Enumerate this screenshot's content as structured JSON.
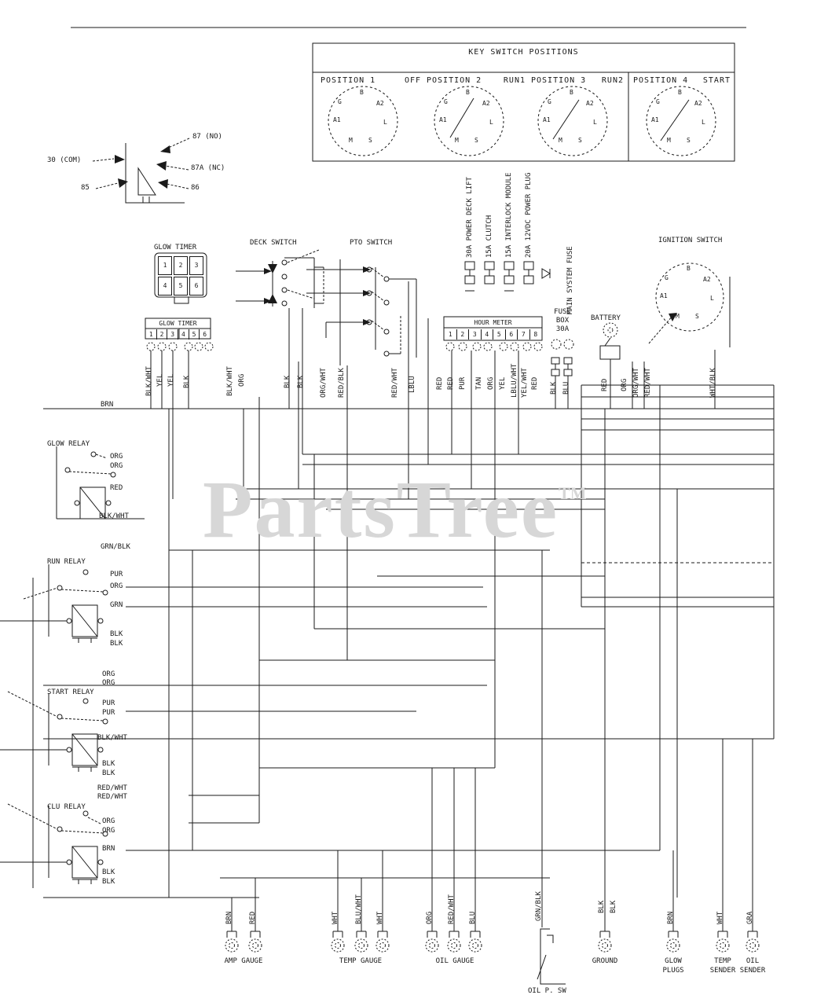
{
  "watermark": {
    "text": "PartsTree",
    "tm": "TM"
  },
  "panel": {
    "title": "KEY SWITCH POSITIONS",
    "positions": [
      {
        "label": "POSITION 1",
        "mode": "OFF"
      },
      {
        "label": "POSITION 2",
        "mode": "RUN1"
      },
      {
        "label": "POSITION 3",
        "mode": "RUN2"
      },
      {
        "label": "POSITION 4",
        "mode": "START"
      }
    ],
    "term": {
      "g": "G",
      "b": "B",
      "a2": "A2",
      "a1": "A1",
      "l": "L",
      "m": "M",
      "s": "S"
    }
  },
  "legend": {
    "no": "87 (NO)",
    "com": "30 (COM)",
    "nc": "87A (NC)",
    "t85": "85",
    "t86": "86"
  },
  "comp": {
    "glow_timer": "GLOW TIMER",
    "glow_timer2": "GLOW TIMER",
    "pins6": {
      "p1": "1",
      "p2": "2",
      "p3": "3",
      "p4": "4",
      "p5": "5",
      "p6": "6"
    },
    "deck_switch": "DECK SWITCH",
    "pto_switch": "PTO SWITCH",
    "fuse1": "30A POWER DECK LIFT",
    "fuse2": "15A CLUTCH",
    "fuse3": "15A INTERLOCK MODULE",
    "fuse4": "20A 12VDC POWER PLUG",
    "main_fuse": "MAIN SYSTEM FUSE",
    "conn_title": "HOUR METER",
    "pins8": {
      "p1": "1",
      "p2": "2",
      "p3": "3",
      "p4": "4",
      "p5": "5",
      "p6": "6",
      "p7": "7",
      "p8": "8"
    },
    "fuse_box": {
      "l1": "FUSE",
      "l2": "BOX",
      "l3": "30A"
    },
    "battery": "BATTERY",
    "ignition": "IGNITION SWITCH",
    "oil_sw": "OIL P. SW"
  },
  "relays": {
    "glow": {
      "name": "GLOW RELAY",
      "w1": "ORG",
      "w2": "ORG",
      "w3": "RED",
      "w4": "BLK/WHT"
    },
    "run": {
      "name": "RUN RELAY",
      "top": "GRN/BLK",
      "w1": "PUR",
      "w2": "ORG",
      "w3": "GRN",
      "w4": "BLK",
      "w5": "BLK"
    },
    "start": {
      "name": "START RELAY",
      "a1": "ORG",
      "a2": "ORG",
      "w1": "PUR",
      "w2": "PUR",
      "w3": "BLK/WHT",
      "w4": "BLK",
      "w5": "BLK",
      "b1": "RED/WHT",
      "b2": "RED/WHT"
    },
    "clu": {
      "name": "CLU RELAY",
      "w1": "ORG",
      "w2": "ORG",
      "w3": "BRN",
      "w4": "BLK",
      "w5": "BLK"
    }
  },
  "bus": {
    "brn": "BRN"
  },
  "wires": {
    "gt1": "BLK/WHT",
    "gt2": "YEL",
    "gt3": "YEL",
    "gt4": "BLK",
    "gt5": "BLK/WHT",
    "gt6": "ORG",
    "dk1": "BLK",
    "dk2": "BLK",
    "dk3": "ORG/WHT",
    "dk4": "RED/BLK",
    "pt1": "RED/WHT",
    "pt2": "LBLU",
    "cn1": "RED",
    "cn2": "RED",
    "cn3": "PUR",
    "cn4": "TAN",
    "cn5": "ORG",
    "cn6": "YEL",
    "cn7": "LBLU/WHT",
    "cn8": "YEL/WHT",
    "cn9": "RED",
    "fb1": "BLK",
    "fb2": "BLU",
    "bat": "RED",
    "ig1": "ORG",
    "ig2": "ORG/WHT",
    "ig3": "RED/WHT",
    "ig4": "WHT/BLK",
    "gb": "GRN/BLK"
  },
  "bottom": {
    "amp": {
      "name": "AMP GAUGE",
      "w1": "BRN",
      "w2": "RED"
    },
    "temp": {
      "name": "TEMP GAUGE",
      "w1": "WHT",
      "w2": "BLU/WHT",
      "w3": "WHT"
    },
    "oil": {
      "name": "OIL GAUGE",
      "w1": "ORG",
      "w2": "RED/WHT",
      "w3": "BLU"
    },
    "ground": {
      "name": "GROUND",
      "w1": "BLK",
      "w2": "BLK"
    },
    "glow_plugs": {
      "l1": "GLOW",
      "l2": "PLUGS",
      "w": "BRN"
    },
    "temp_sender": {
      "l1": "TEMP",
      "l2": "SENDER",
      "w": "WHT"
    },
    "oil_sender": {
      "l1": "OIL",
      "l2": "SENDER",
      "w": "GRA"
    }
  }
}
